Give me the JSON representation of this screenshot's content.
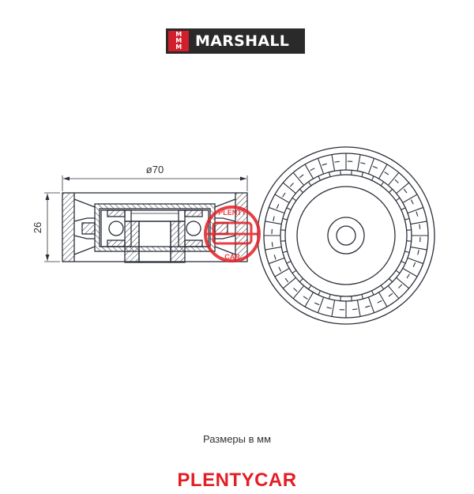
{
  "logo": {
    "mark_lines": [
      "M",
      "M",
      "M"
    ],
    "name": "MARSHALL",
    "colors": {
      "background": "#2a2a2a",
      "mark": "#d11f2b",
      "text": "#ffffff"
    }
  },
  "drawing": {
    "dimensions": {
      "diameter": "ø70",
      "width": "26"
    },
    "line_color": "#2b2f3a"
  },
  "watermark": {
    "top_text": "PLENTY",
    "bottom_text": "CAR",
    "color": "#e31e24"
  },
  "caption": "Размеры в мм",
  "brand_bottom": "PLENTYCAR"
}
